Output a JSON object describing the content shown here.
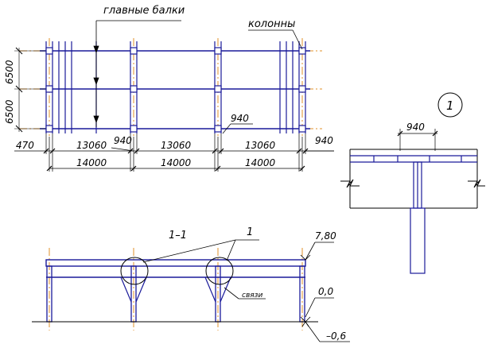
{
  "plan": {
    "label_main_beams": "главные балки",
    "label_columns": "колонны",
    "dim_6500_top": "6500",
    "dim_6500_bottom": "6500",
    "dim_470": "470",
    "dim_13060": [
      "13060",
      "13060",
      "13060"
    ],
    "dim_940": [
      "940",
      "940",
      "940"
    ],
    "dim_14000": [
      "14000",
      "14000",
      "14000"
    ]
  },
  "detail": {
    "marker": "1",
    "dim_940": "940"
  },
  "section": {
    "title": "1–1",
    "callout": "1",
    "braces_label": "связи",
    "levels": [
      "7,80",
      "0,0",
      "–0,6"
    ]
  },
  "colors": {
    "steel": "#1a1a9a",
    "axis": "#e0902a",
    "dimension": "#000000"
  }
}
